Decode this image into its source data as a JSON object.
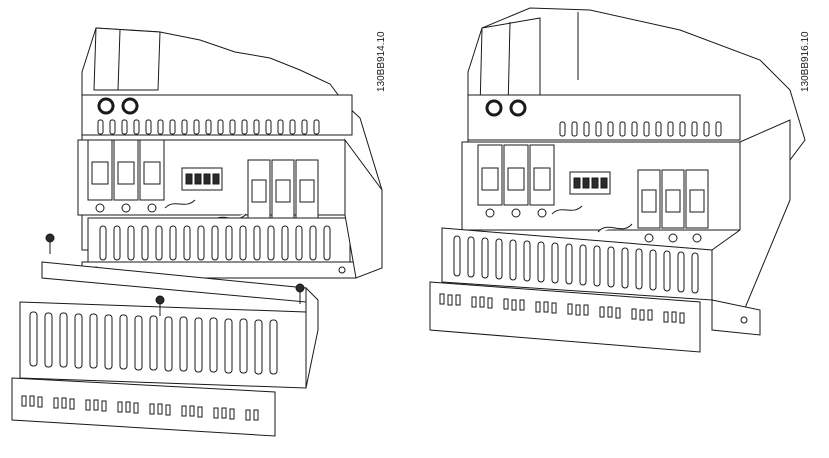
{
  "figures": [
    {
      "id": "left",
      "code": "130BB914.10"
    },
    {
      "id": "right",
      "code": "130BB916.10"
    }
  ],
  "colors": {
    "ink": "#1a1a1a",
    "paper": "#ffffff",
    "shade": "#2b2b2b"
  }
}
